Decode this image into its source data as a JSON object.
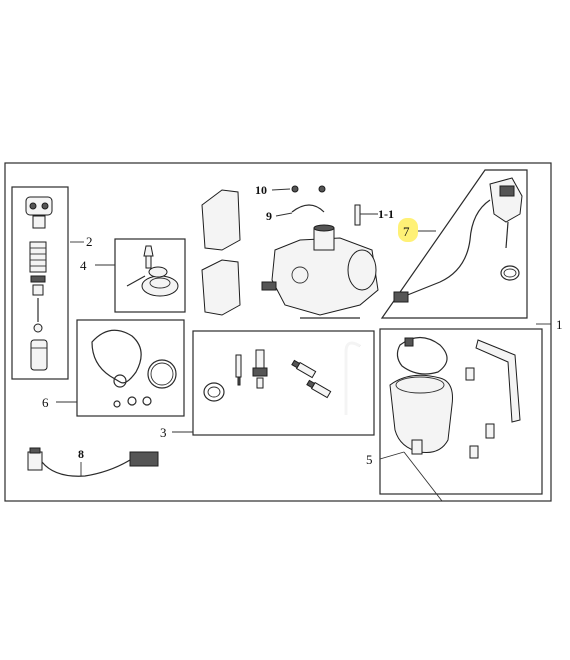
{
  "labels": {
    "l1": "1",
    "l1_1": "1-1",
    "l2": "2",
    "l3": "3",
    "l4": "4",
    "l5": "5",
    "l6": "6",
    "l7": "7",
    "l8": "8",
    "l9": "9",
    "l10": "10"
  },
  "colors": {
    "highlight": "#fff176",
    "ink": "#1e1e1e"
  }
}
